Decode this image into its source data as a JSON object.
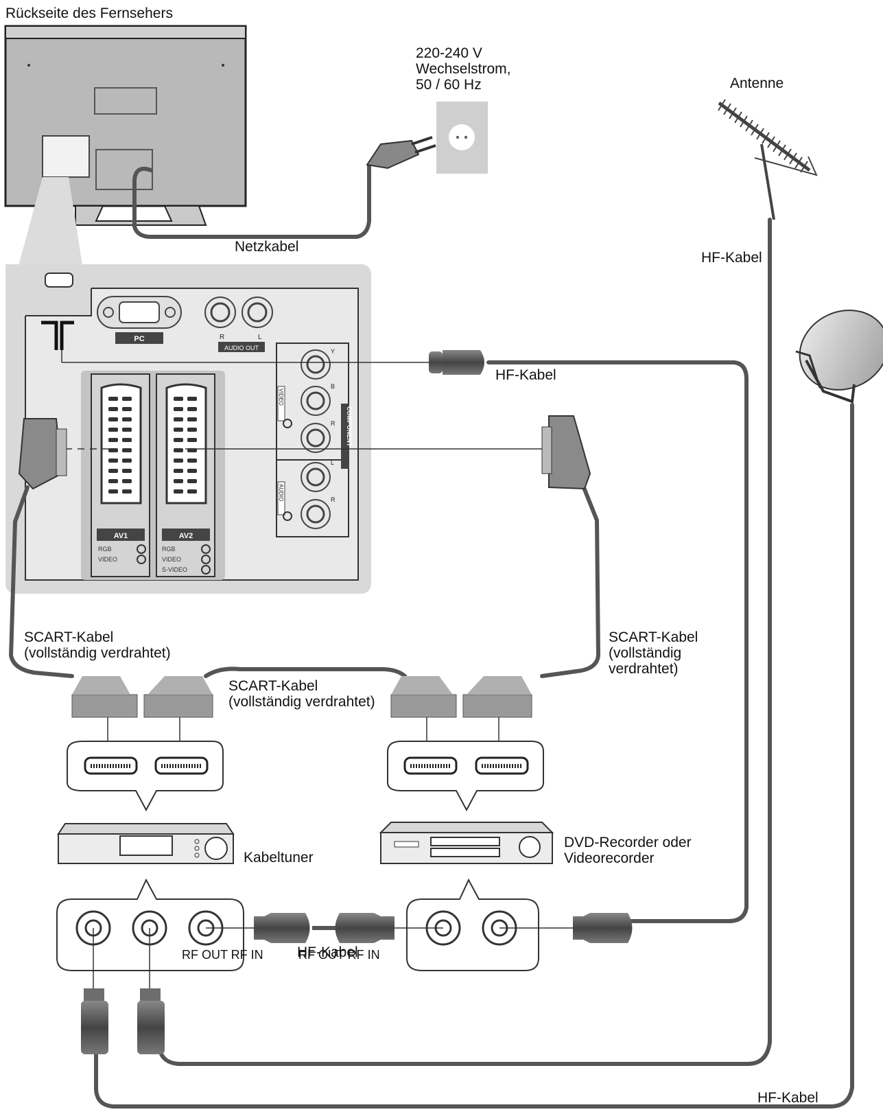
{
  "labels": {
    "tv_back": "Rückseite des Fernsehers",
    "mains": "220-240 V\nWechselstrom,\n50 / 60 Hz",
    "antenna": "Antenne",
    "power_cable": "Netzkabel",
    "rf_cable_antenna": "HF-Kabel",
    "rf_cable_panel": "HF-Kabel",
    "scart_left": "SCART-Kabel\n(vollständig verdrahtet)",
    "scart_middle": "SCART-Kabel\n(vollständig verdrahtet)",
    "scart_right": "SCART-Kabel\n(vollständig\nverdrahtet)",
    "cable_tuner": "Kabeltuner",
    "dvd_recorder": "DVD-Recorder oder\nVideorecorder",
    "rf_cable_bottom_mid": "HF-Kabel",
    "rf_cable_bottom": "HF-Kabel",
    "tuner_ports": "RF OUT RF IN",
    "recorder_ports": "RF OUT RF IN"
  },
  "panel": {
    "pc": "PC",
    "audio_out": "AUDIO OUT",
    "audio_out_r": "R",
    "audio_out_l": "L",
    "av1": "AV1",
    "av2": "AV2",
    "av1_signals": [
      "RGB",
      "VIDEO"
    ],
    "av2_signals": [
      "RGB",
      "VIDEO",
      "S-VIDEO"
    ],
    "component": "COMPONENT",
    "video_side": "VIDEO",
    "audio_side": "AUDIO",
    "jack_y": "Y",
    "jack_pb": "B",
    "jack_pr": "R",
    "jack_l": "L",
    "jack_r": "R"
  },
  "colors": {
    "cable": "#555555",
    "panel": "#d9d9d9",
    "device": "#e6e6e6",
    "outline": "#333333"
  }
}
